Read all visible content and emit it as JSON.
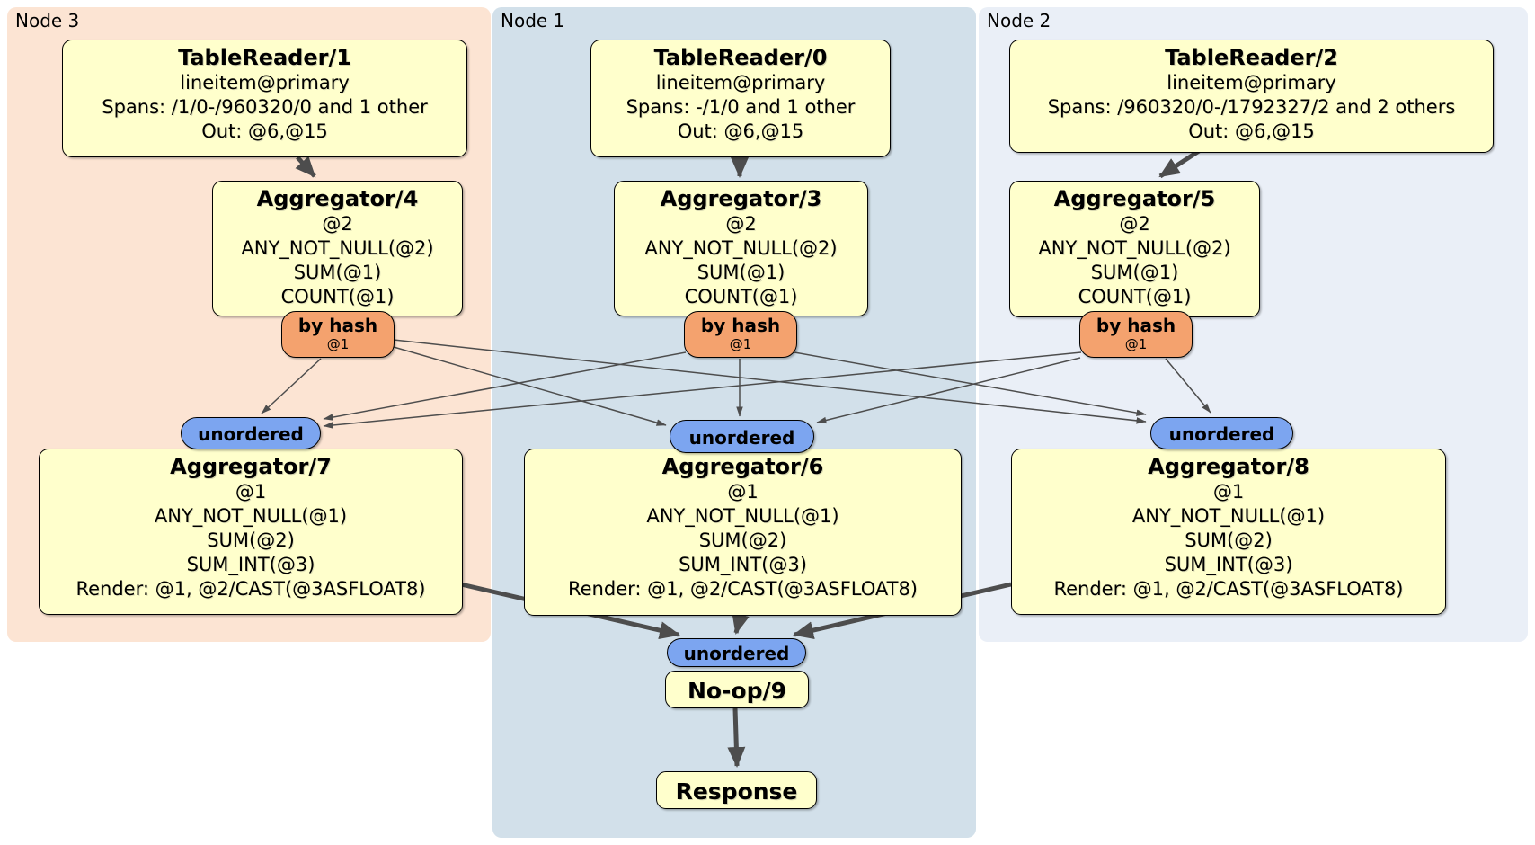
{
  "colors": {
    "node3_bg": "#fce4d3",
    "node1_bg": "#d2e0ea",
    "node2_bg": "#eaeff7",
    "box_bg": "#ffffcc",
    "router_bg": "#f4a26e",
    "sync_bg": "#7ca5f0",
    "edge_color": "#4d4d4d"
  },
  "nodes": [
    {
      "id": "node3",
      "label": "Node 3"
    },
    {
      "id": "node1",
      "label": "Node 1"
    },
    {
      "id": "node2",
      "label": "Node 2"
    }
  ],
  "processors": {
    "tr1": {
      "title": "TableReader/1",
      "table": "lineitem@primary",
      "spans": "Spans: /1/0-/960320/0 and 1 other",
      "out": "Out: @6,@15"
    },
    "tr0": {
      "title": "TableReader/0",
      "table": "lineitem@primary",
      "spans": "Spans: -/1/0 and 1 other",
      "out": "Out: @6,@15"
    },
    "tr2": {
      "title": "TableReader/2",
      "table": "lineitem@primary",
      "spans": "Spans: /960320/0-/1792327/2 and 2 others",
      "out": "Out: @6,@15"
    },
    "agg4": {
      "title": "Aggregator/4",
      "lines": [
        "@2",
        "ANY_NOT_NULL(@2)",
        "SUM(@1)",
        "COUNT(@1)"
      ]
    },
    "agg3": {
      "title": "Aggregator/3",
      "lines": [
        "@2",
        "ANY_NOT_NULL(@2)",
        "SUM(@1)",
        "COUNT(@1)"
      ]
    },
    "agg5": {
      "title": "Aggregator/5",
      "lines": [
        "@2",
        "ANY_NOT_NULL(@2)",
        "SUM(@1)",
        "COUNT(@1)"
      ]
    },
    "agg7": {
      "title": "Aggregator/7",
      "lines": [
        "@1",
        "ANY_NOT_NULL(@1)",
        "SUM(@2)",
        "SUM_INT(@3)",
        "Render: @1, @2/CAST(@3ASFLOAT8)"
      ]
    },
    "agg6": {
      "title": "Aggregator/6",
      "lines": [
        "@1",
        "ANY_NOT_NULL(@1)",
        "SUM(@2)",
        "SUM_INT(@3)",
        "Render: @1, @2/CAST(@3ASFLOAT8)"
      ]
    },
    "agg8": {
      "title": "Aggregator/8",
      "lines": [
        "@1",
        "ANY_NOT_NULL(@1)",
        "SUM(@2)",
        "SUM_INT(@3)",
        "Render: @1, @2/CAST(@3ASFLOAT8)"
      ]
    },
    "noop": {
      "title": "No-op/9"
    },
    "response": {
      "title": "Response"
    }
  },
  "router": {
    "label": "by hash",
    "key": "@1"
  },
  "stream": {
    "unordered": "unordered"
  }
}
